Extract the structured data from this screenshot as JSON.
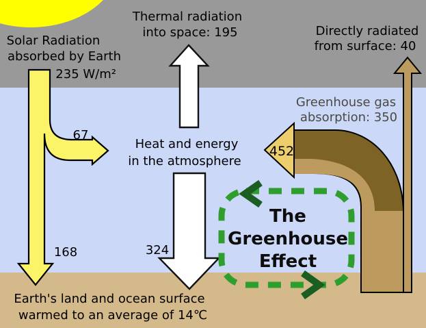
{
  "diagram_title": "The Greenhouse Effect",
  "colors": {
    "space_bg": "#999999",
    "atmosphere_bg": "#ccd8f7",
    "ground_bg": "#d4b98b",
    "sun": "#ffff00",
    "solar_arrow": "#fbf469",
    "infrared_dark": "#7d6426",
    "infrared_light": "#bd9a5e",
    "absorb_arrowhead": "#ecce6d",
    "white_arrow": "#ffffff",
    "cycle_green": "#2f9e2f",
    "cycle_chevron": "#1b5e22"
  },
  "labels": {
    "solar": {
      "line1": "Solar Radiation",
      "line2": "absorbed by Earth",
      "value": "235 W/m²"
    },
    "thermal_space": {
      "line1": "Thermal radiation",
      "line2": "into space: 195"
    },
    "direct": {
      "line1": "Directly radiated",
      "line2": "from surface: 40"
    },
    "greenhouse_gas": {
      "line1": "Greenhouse gas",
      "line2": "absorption: 350"
    },
    "heat_atmosphere": {
      "line1": "Heat and energy",
      "line2": "in the atmosphere"
    },
    "surface": {
      "line1": "Earth's land and ocean surface",
      "line2": "warmed to an average of 14℃"
    },
    "cycle": {
      "line1": "The",
      "line2": "Greenhouse",
      "line3": "Effect"
    }
  },
  "values": {
    "solar_to_atmosphere": "67",
    "solar_to_surface": "168",
    "back_radiation": "324",
    "surface_emission": "452"
  }
}
